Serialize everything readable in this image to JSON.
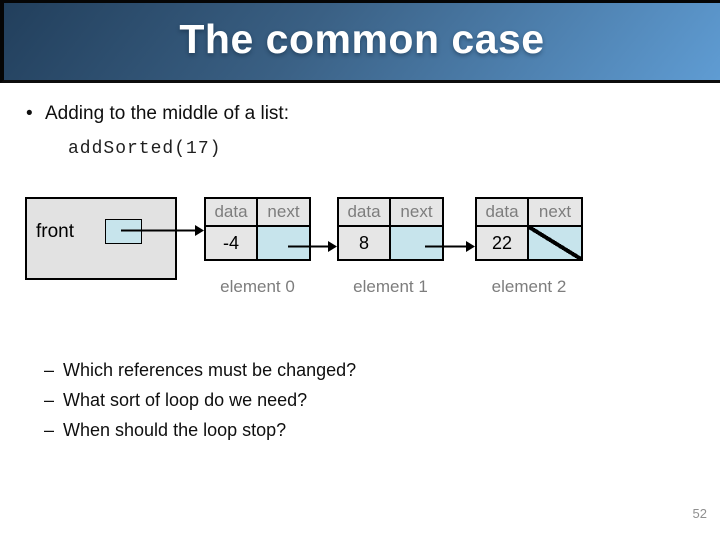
{
  "slide": {
    "title": "The common case",
    "page_number": "52"
  },
  "content": {
    "bullet_char": "•",
    "bullet": "Adding to the middle of a list:",
    "code": "addSorted(17)",
    "dash_char": "–",
    "questions": [
      "Which references must be changed?",
      "What sort of loop do we need?",
      "When should the loop stop?"
    ]
  },
  "diagram": {
    "front_label": "front",
    "nodes": [
      {
        "header_data": "data",
        "header_next": "next",
        "value": "-4",
        "caption": "element 0",
        "next_is_null": false
      },
      {
        "header_data": "data",
        "header_next": "next",
        "value": "8",
        "caption": "element 1",
        "next_is_null": false
      },
      {
        "header_data": "data",
        "header_next": "next",
        "value": "22",
        "caption": "element 2",
        "next_is_null": true
      }
    ]
  },
  "theme": {
    "header_gradient_start": "#223f5c",
    "header_gradient_end": "#5f9cd3",
    "title_color": "#ffffff",
    "cell_gray": "#e6e6e6",
    "pointer_cyan": "#c7e4ec",
    "caption_gray": "#7d7d7d",
    "border_black": "#000000"
  }
}
